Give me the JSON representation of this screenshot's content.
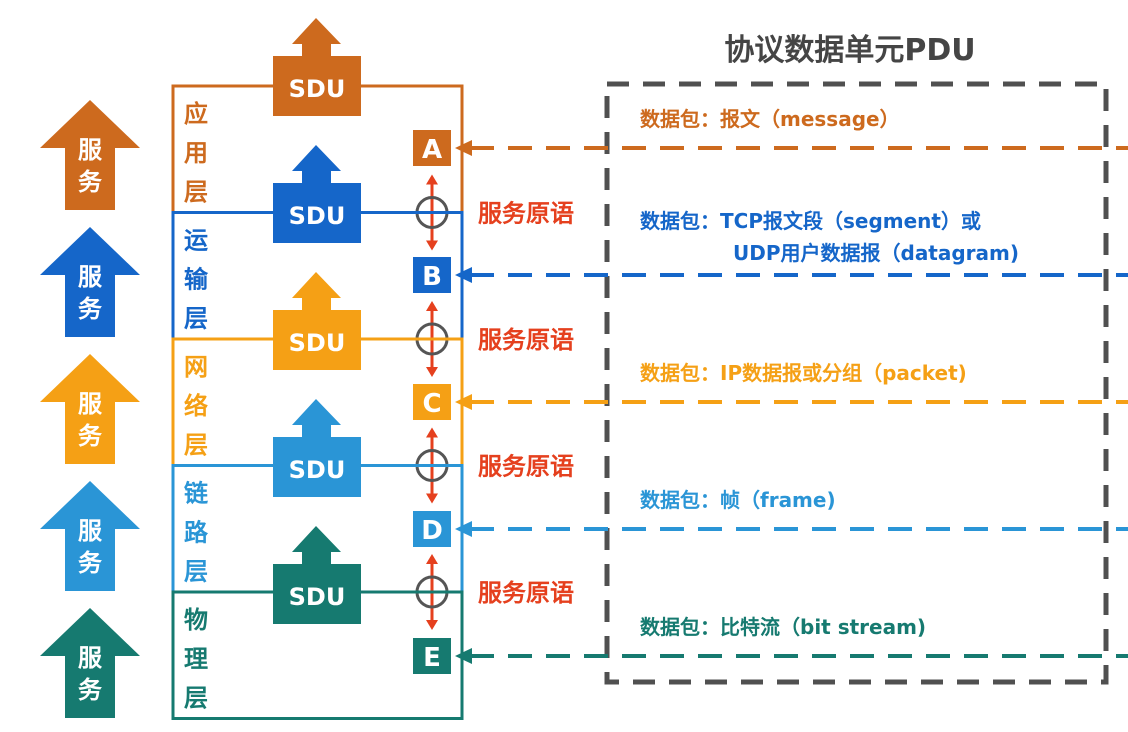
{
  "title": "协议数据单元PDU",
  "service_label": [
    "服",
    "务"
  ],
  "sdu_label": "SDU",
  "primitive_label": "服务原语",
  "colors": {
    "app": "#cd6a1e",
    "transport": "#1566c9",
    "network": "#f5a015",
    "link": "#2a95d6",
    "physical": "#167a70",
    "primitive": "#e5401e",
    "pdu_box": "#505050",
    "title": "#454545"
  },
  "layers": [
    {
      "key": "app",
      "name": [
        "应",
        "用",
        "层"
      ],
      "sap": "A",
      "pdu": [
        "数据包：报文（message）"
      ]
    },
    {
      "key": "transport",
      "name": [
        "运",
        "输",
        "层"
      ],
      "sap": "B",
      "pdu": [
        "数据包：TCP报文段（segment）或",
        "UDP用户数据报（datagram)"
      ]
    },
    {
      "key": "network",
      "name": [
        "网",
        "络",
        "层"
      ],
      "sap": "C",
      "pdu": [
        "数据包：IP数据报或分组（packet)"
      ]
    },
    {
      "key": "link",
      "name": [
        "链",
        "路",
        "层"
      ],
      "sap": "D",
      "pdu": [
        "数据包：帧（frame)"
      ]
    },
    {
      "key": "physical",
      "name": [
        "物",
        "理",
        "层"
      ],
      "sap": "E",
      "pdu": [
        "数据包：比特流（bit stream)"
      ]
    }
  ]
}
